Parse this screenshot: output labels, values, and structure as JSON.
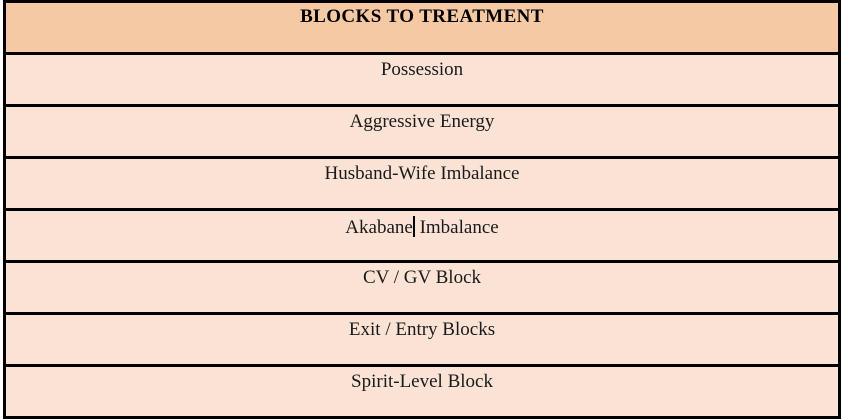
{
  "document": {
    "table": {
      "header": {
        "title": "BLOCKS TO TREATMENT",
        "background_color": "#f5c9a4"
      },
      "body": {
        "background_color": "#fae2d5",
        "border_color": "#000000",
        "rows": [
          {
            "label": "Possession",
            "caret_after": null
          },
          {
            "label": "Aggressive Energy",
            "caret_after": null
          },
          {
            "label": "Husband-Wife Imbalance",
            "caret_after": null
          },
          {
            "label_before_caret": "Akabane",
            "label_after_caret": " Imbalance",
            "label": "Akabane Imbalance",
            "caret_after": "Akabane"
          },
          {
            "label": "CV / GV Block",
            "caret_after": null
          },
          {
            "label": "Exit / Entry Blocks",
            "caret_after": null
          },
          {
            "label": "Spirit-Level Block",
            "caret_after": null
          }
        ]
      }
    }
  }
}
